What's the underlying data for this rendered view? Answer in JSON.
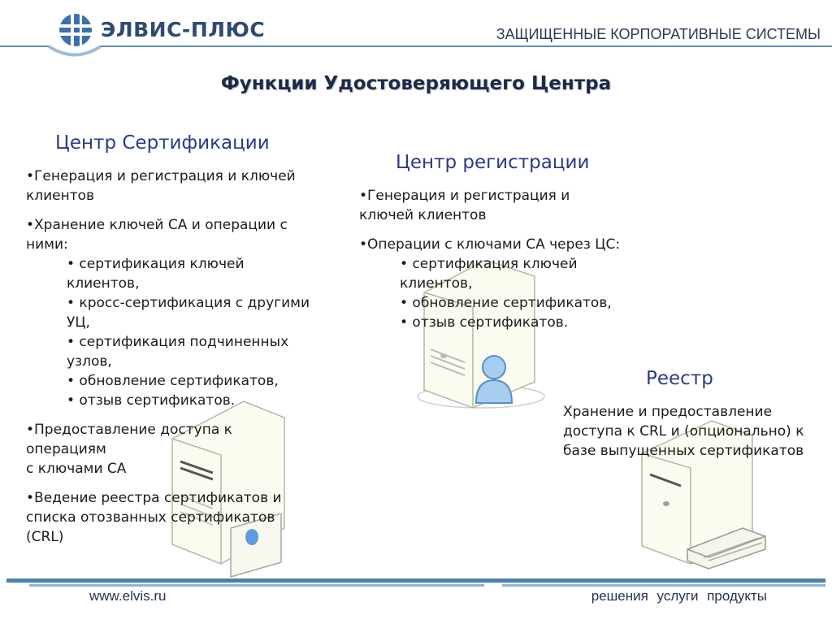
{
  "header": {
    "brand": "ЭЛВИС-ПЛЮС",
    "tagline": "ЗАЩИЩЕННЫЕ КОРПОРАТИВНЫЕ СИСТЕМЫ"
  },
  "title": "Функции Удостоверяющего Центра",
  "ca": {
    "title": "Центр Сертификации",
    "items": [
      "•Генерация и регистрация и ключей клиентов",
      "•Хранение ключей СА и операции с ними:",
      "• сертификация ключей клиентов,",
      "• кросс-сертификация с другими УЦ,",
      "• сертификация подчиненных узлов,",
      "• обновление сертификатов,",
      "• отзыв сертификатов.",
      "•Предоставление доступа к операциям",
      "с ключами СА",
      "•Ведение реестра сертификатов и списка отозванных сертификатов (CRL)"
    ]
  },
  "ra": {
    "title": "Центр регистрации",
    "items": [
      "•Генерация и регистрация и ключей клиентов",
      "•Операции с ключами СА через ЦС:",
      "• сертификация ключей клиентов,",
      "• обновление сертификатов,",
      "• отзыв сертификатов."
    ]
  },
  "registry": {
    "title": "Реестр",
    "text": "Хранение и предоставление доступа к CRL и (опционально) к базе выпущенных сертификатов"
  },
  "footer": {
    "url": "www.elvis.ru",
    "links": "решения услуги продукты"
  },
  "colors": {
    "brand": "#2f4a73",
    "section_title": "#2c3a8c",
    "rule": "#4a7fb0"
  },
  "icons": [
    "logo-globe-icon",
    "server-icon",
    "user-icon",
    "disc-icon",
    "printer-icon"
  ]
}
